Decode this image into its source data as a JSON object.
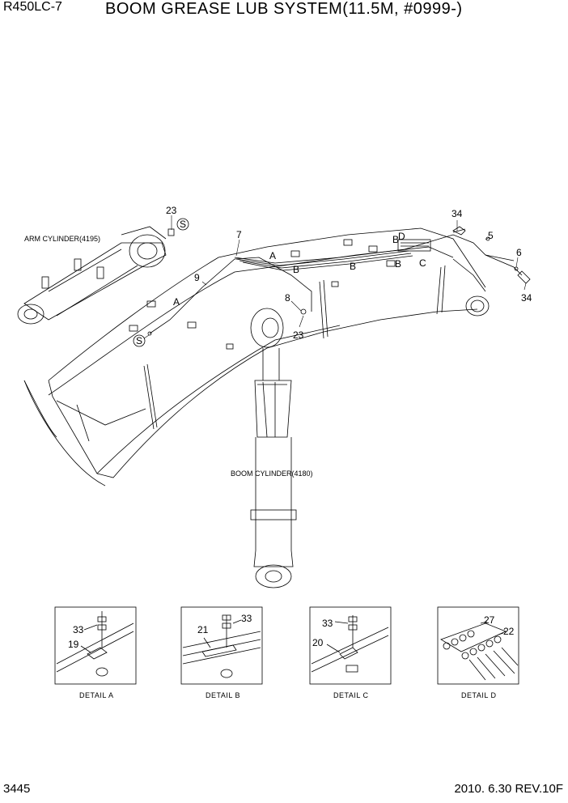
{
  "header": {
    "model": "R450LC-7",
    "title": "BOOM GREASE LUB SYSTEM(11.5M, #0999-)"
  },
  "footer": {
    "page_number": "3445",
    "revision": "2010. 6.30  REV.10F"
  },
  "callouts": {
    "arm_cylinder": "ARM CYLINDER(4195)",
    "boom_cylinder": "BOOM CYLINDER(4180)",
    "p23_top": "23",
    "p23_mid": "23",
    "p34_top": "34",
    "p34_right": "34",
    "p5": "5",
    "p6": "6",
    "p7": "7",
    "p8": "8",
    "p9": "9",
    "s_top": "S",
    "s_left": "S",
    "letter_a1": "A",
    "letter_a2": "A",
    "letter_b1": "B",
    "letter_b2": "B",
    "letter_b3": "B",
    "letter_b4": "B",
    "letter_c": "C",
    "letter_d": "D"
  },
  "details": [
    {
      "caption": "DETAIL  A",
      "parts": [
        "33",
        "19"
      ]
    },
    {
      "caption": "DETAIL  B",
      "parts": [
        "21",
        "33"
      ]
    },
    {
      "caption": "DETAIL  C",
      "parts": [
        "33",
        "20"
      ]
    },
    {
      "caption": "DETAIL  D",
      "parts": [
        "27",
        "22"
      ]
    }
  ]
}
